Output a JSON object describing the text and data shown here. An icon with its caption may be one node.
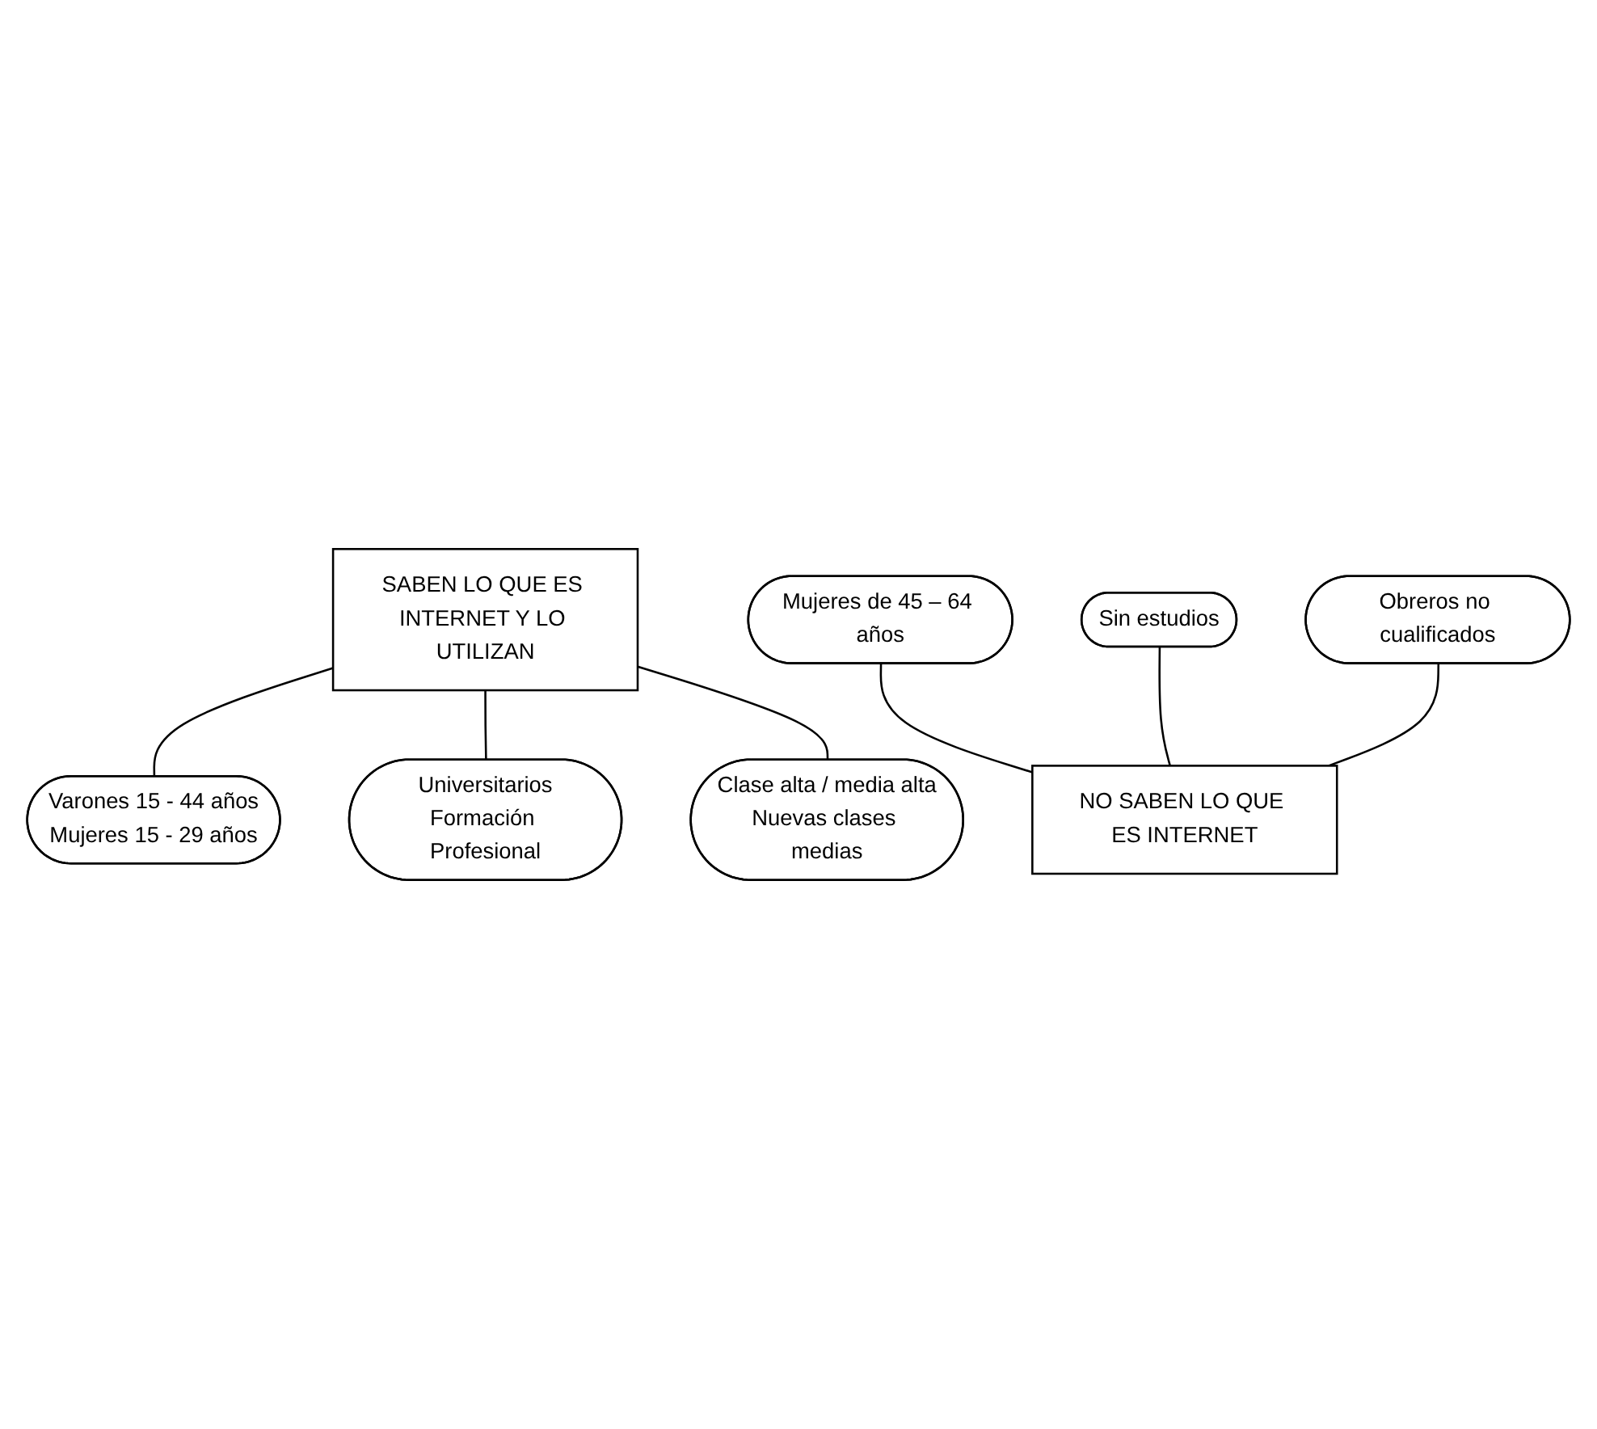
{
  "diagram": {
    "nodes": [
      {
        "text": [
          "SABEN LO QUE ES INTERNET Y LO UTILIZAN"
        ]
      },
      {
        "text": [
          "Varones 15 - 44 años",
          "Mujeres 15 - 29 años"
        ]
      },
      {
        "text": [
          "Universitarios",
          "Formación Profesional"
        ]
      },
      {
        "text": [
          "Clase alta / media alta",
          "Nuevas clases medias"
        ]
      },
      {
        "text": [
          "Mujeres de 45 – 64 años"
        ]
      },
      {
        "text": [
          "Sin estudios"
        ]
      },
      {
        "text": [
          "Obreros no cualificados"
        ]
      },
      {
        "text": [
          "NO SABEN LO QUE ES INTERNET"
        ]
      }
    ],
    "edges": [
      {
        "from": 0,
        "to": 1,
        "arrow": "none"
      },
      {
        "from": 0,
        "to": 2,
        "arrow": "none"
      },
      {
        "from": 0,
        "to": 3,
        "arrow": "none"
      },
      {
        "from": 4,
        "to": 7,
        "arrow": "none"
      },
      {
        "from": 5,
        "to": 7,
        "arrow": "none"
      },
      {
        "from": 6,
        "to": 7,
        "arrow": "none"
      }
    ]
  }
}
